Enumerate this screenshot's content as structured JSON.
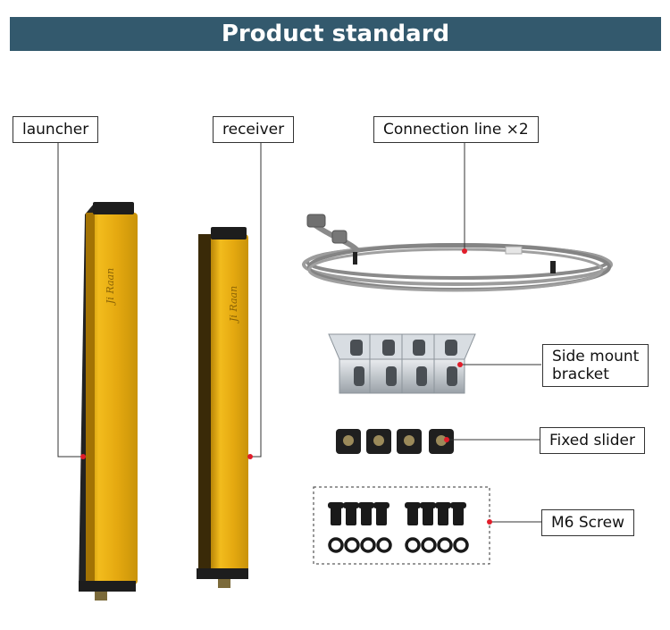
{
  "header": {
    "title": "Product standard"
  },
  "labels": {
    "launcher": "launcher",
    "receiver": "receiver",
    "connection_line": "Connection line  ×2",
    "side_mount_bracket_line1": "Side mount",
    "side_mount_bracket_line2": "bracket",
    "fixed_slider": "Fixed slider",
    "m6_screw": "M6 Screw"
  },
  "brand_mark": "Ji Raan",
  "colors": {
    "banner": "#33596d",
    "housing": "#e5a910",
    "housing_shade": "#b88508",
    "cable": "#8a8a8a",
    "pointer_dot": "#e11d2a"
  }
}
